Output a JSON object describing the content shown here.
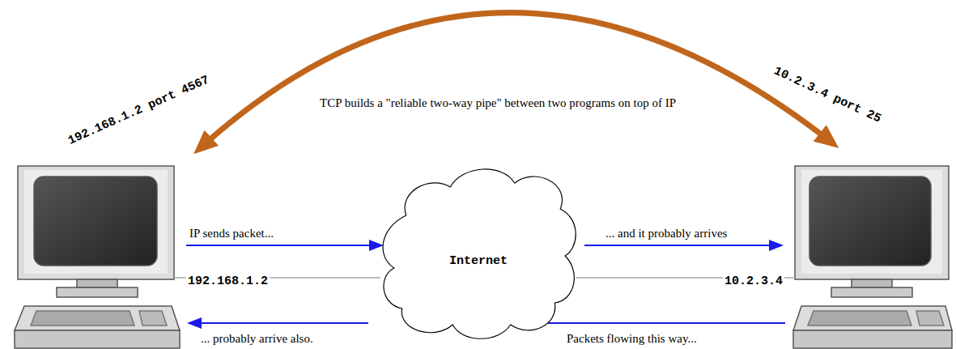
{
  "diagram": {
    "nodes": [
      {
        "text": [
          "Internet"
        ]
      }
    ],
    "labels": [
      "192.168.1.2 port 4567",
      "10.2.3.4 port 25",
      "TCP builds a \"reliable two-way pipe\" between two programs on top of IP",
      "IP sends packet...",
      "... and it probably arrives",
      "192.168.1.2",
      "10.2.3.4",
      "Packets flowing this way...",
      "... probably arrive also."
    ]
  }
}
